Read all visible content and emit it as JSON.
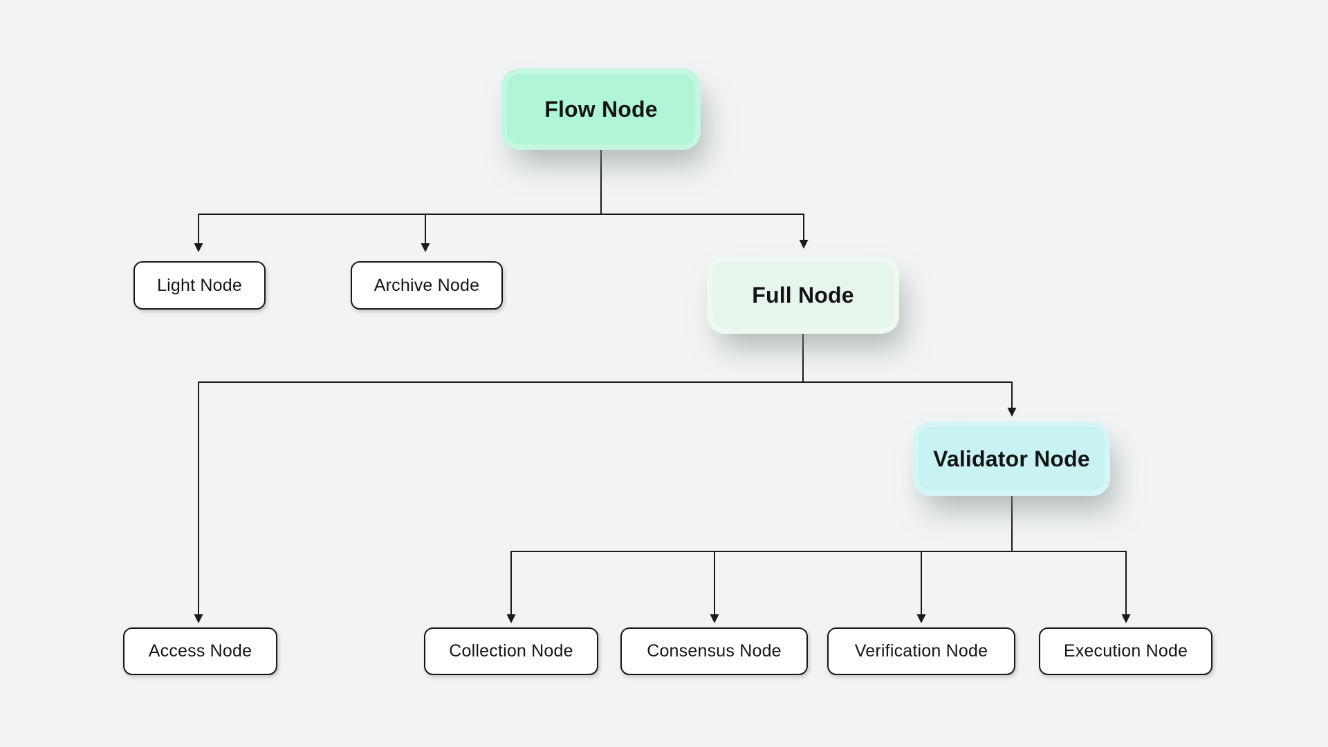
{
  "diagram": {
    "nodes": {
      "flow": {
        "label": "Flow Node",
        "fill": "#b0f5d6"
      },
      "light": {
        "label": "Light Node",
        "fill": "#ffffff"
      },
      "archive": {
        "label": "Archive Node",
        "fill": "#ffffff"
      },
      "full": {
        "label": "Full Node",
        "fill": "#e6f6ec"
      },
      "access": {
        "label": "Access Node",
        "fill": "#ffffff"
      },
      "validator": {
        "label": "Validator Node",
        "fill": "#c9f2f3"
      },
      "collection": {
        "label": "Collection Node",
        "fill": "#ffffff"
      },
      "consensus": {
        "label": "Consensus Node",
        "fill": "#ffffff"
      },
      "verification": {
        "label": "Verification Node",
        "fill": "#ffffff"
      },
      "execution": {
        "label": "Execution Node",
        "fill": "#ffffff"
      }
    },
    "edges": [
      {
        "from": "Flow Node",
        "to": "Light Node"
      },
      {
        "from": "Flow Node",
        "to": "Archive Node"
      },
      {
        "from": "Flow Node",
        "to": "Full Node"
      },
      {
        "from": "Full Node",
        "to": "Access Node"
      },
      {
        "from": "Full Node",
        "to": "Validator Node"
      },
      {
        "from": "Validator Node",
        "to": "Collection Node"
      },
      {
        "from": "Validator Node",
        "to": "Consensus Node"
      },
      {
        "from": "Validator Node",
        "to": "Verification Node"
      },
      {
        "from": "Validator Node",
        "to": "Execution Node"
      }
    ],
    "colors": {
      "background": "#f2f3f5",
      "line": "#1a1a1a",
      "text": "#141414",
      "mint": "#b0f5d6",
      "light_mint": "#e6f6ec",
      "cyan": "#c9f2f3",
      "white_node": "#ffffff"
    }
  }
}
